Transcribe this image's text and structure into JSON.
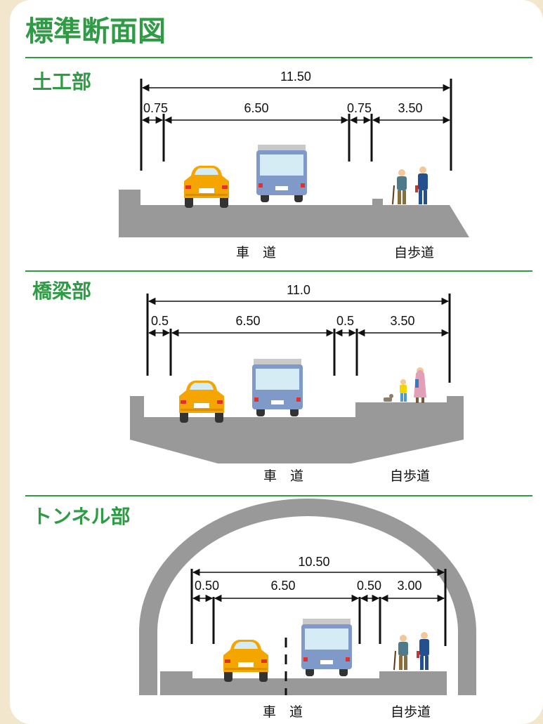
{
  "page_title": "標準断面図",
  "sections": [
    {
      "heading": "土工部",
      "total": "11.50",
      "dims": [
        "0.75",
        "6.50",
        "0.75",
        "3.50"
      ],
      "labels": [
        "車　道",
        "自歩道"
      ]
    },
    {
      "heading": "橋梁部",
      "total": "11.0",
      "dims": [
        "0.5",
        "6.50",
        "0.5",
        "3.50"
      ],
      "labels": [
        "車　道",
        "自歩道"
      ]
    },
    {
      "heading": "トンネル部",
      "total": "10.50",
      "dims": [
        "0.50",
        "6.50",
        "0.50",
        "3.00"
      ],
      "labels": [
        "車　道",
        "自歩道"
      ]
    }
  ],
  "colors": {
    "accent": "#2f9b45",
    "background": "#f2e6cc",
    "panel": "#ffffff",
    "road": "#999999",
    "car": "#f5a500",
    "truck": "#7f99c8"
  }
}
